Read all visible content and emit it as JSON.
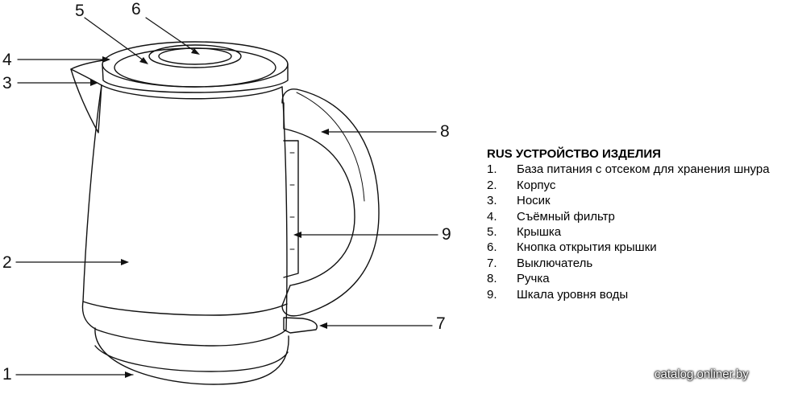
{
  "callouts": [
    {
      "label": "1"
    },
    {
      "label": "2"
    },
    {
      "label": "3"
    },
    {
      "label": "4"
    },
    {
      "label": "5"
    },
    {
      "label": "6"
    },
    {
      "label": "7"
    },
    {
      "label": "8"
    },
    {
      "label": "9"
    }
  ],
  "legend": {
    "heading": "RUS УСТРОЙСТВО ИЗДЕЛИЯ",
    "items": [
      {
        "num": "1.",
        "text": "База питания с отсеком для хранения шнура"
      },
      {
        "num": "2.",
        "text": "Корпус"
      },
      {
        "num": "3.",
        "text": "Носик"
      },
      {
        "num": "4.",
        "text": "Съёмный фильтр"
      },
      {
        "num": "5.",
        "text": "Крышка"
      },
      {
        "num": "6.",
        "text": "Кнопка открытия крышки"
      },
      {
        "num": "7.",
        "text": "Выключатель"
      },
      {
        "num": "8.",
        "text": "Ручка"
      },
      {
        "num": "9.",
        "text": "Шкала уровня воды"
      }
    ]
  },
  "watermark": "catalog.onliner.by",
  "colors": {
    "line": "#111111",
    "background": "#ffffff"
  }
}
